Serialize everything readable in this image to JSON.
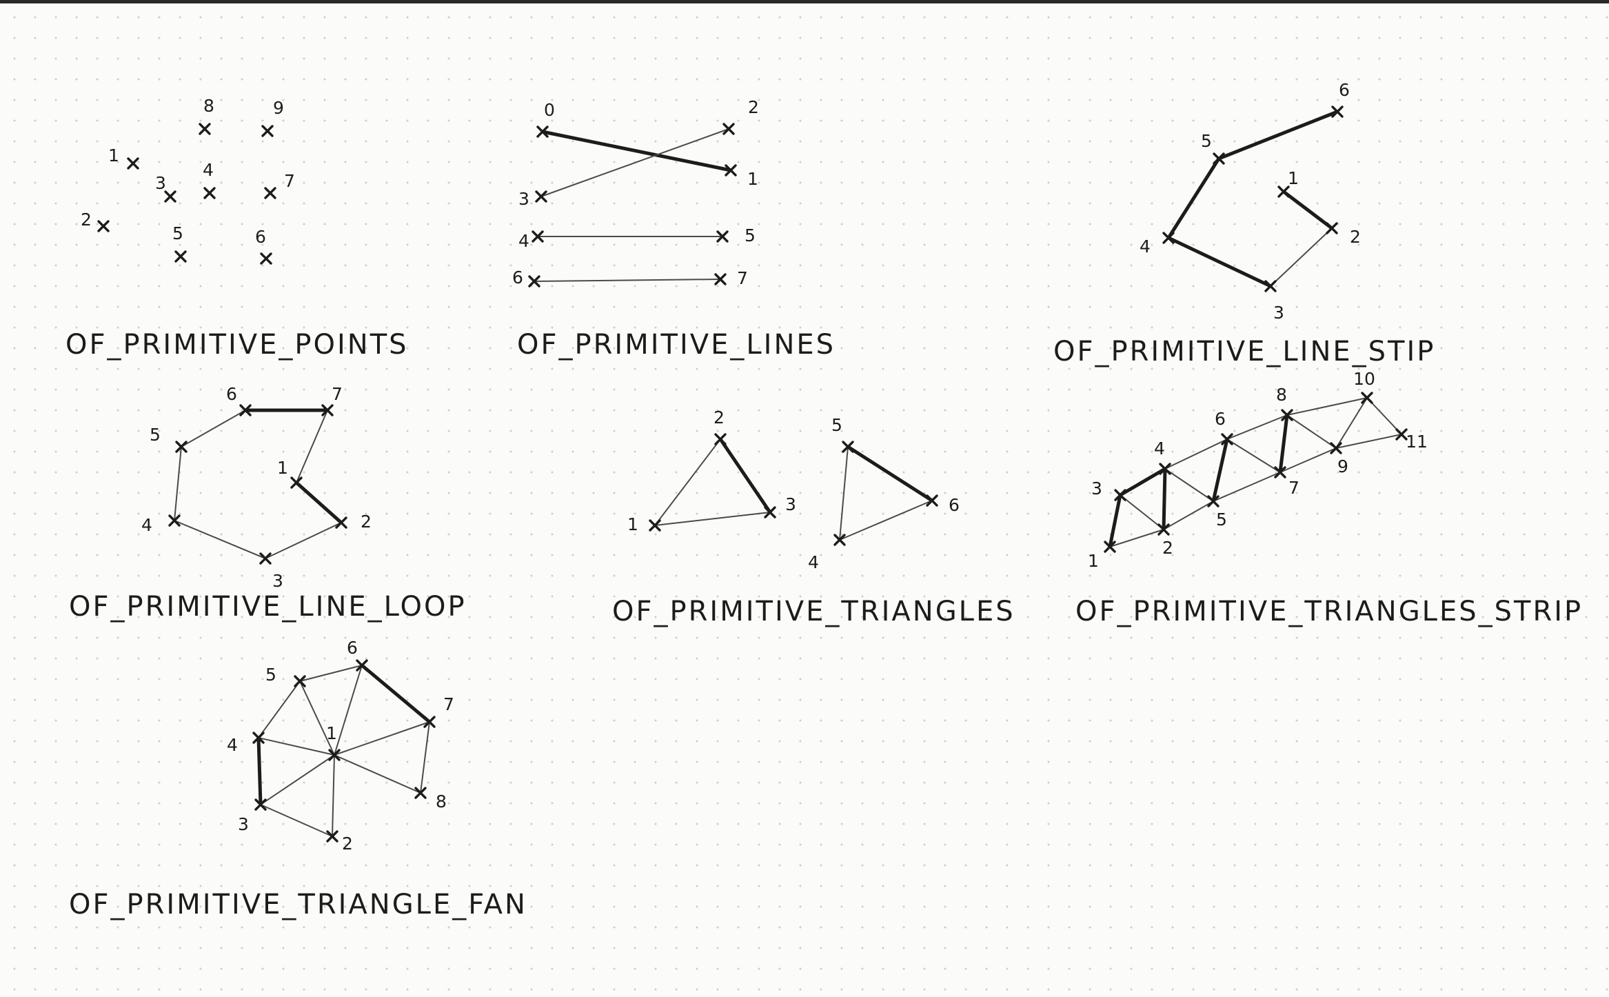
{
  "diagrams": [
    {
      "id": "points",
      "caption": "OF_PRIMITIVE_POINTS",
      "vertices": [
        {
          "label": "1"
        },
        {
          "label": "2"
        },
        {
          "label": "3"
        },
        {
          "label": "4"
        },
        {
          "label": "5"
        },
        {
          "label": "6"
        },
        {
          "label": "7"
        },
        {
          "label": "8"
        },
        {
          "label": "9"
        }
      ],
      "edges": []
    },
    {
      "id": "lines",
      "caption": "OF_PRIMITIVE_LINES",
      "vertices": [
        {
          "label": "0"
        },
        {
          "label": "1"
        },
        {
          "label": "2"
        },
        {
          "label": "3"
        },
        {
          "label": "4"
        },
        {
          "label": "5"
        },
        {
          "label": "6"
        },
        {
          "label": "7"
        }
      ],
      "edges": [
        {
          "from": "0",
          "to": "1",
          "style": "bold"
        },
        {
          "from": "2",
          "to": "3",
          "style": "thin"
        },
        {
          "from": "4",
          "to": "5",
          "style": "thin"
        },
        {
          "from": "6",
          "to": "7",
          "style": "thin"
        }
      ]
    },
    {
      "id": "line_strip",
      "caption": "OF_PRIMITIVE_LINE_STIP",
      "vertices": [
        {
          "label": "1"
        },
        {
          "label": "2"
        },
        {
          "label": "3"
        },
        {
          "label": "4"
        },
        {
          "label": "5"
        },
        {
          "label": "6"
        }
      ],
      "edges": [
        {
          "from": "1",
          "to": "2",
          "style": "bold"
        },
        {
          "from": "2",
          "to": "3",
          "style": "thin"
        },
        {
          "from": "3",
          "to": "4",
          "style": "bold"
        },
        {
          "from": "4",
          "to": "5",
          "style": "bold"
        },
        {
          "from": "5",
          "to": "6",
          "style": "bold"
        }
      ]
    },
    {
      "id": "line_loop",
      "caption": "OF_PRIMITIVE_LINE_LOOP",
      "vertices": [
        {
          "label": "1"
        },
        {
          "label": "2"
        },
        {
          "label": "3"
        },
        {
          "label": "4"
        },
        {
          "label": "5"
        },
        {
          "label": "6"
        },
        {
          "label": "7"
        }
      ],
      "edges": [
        {
          "from": "1",
          "to": "2",
          "style": "bold"
        },
        {
          "from": "2",
          "to": "3",
          "style": "thin"
        },
        {
          "from": "3",
          "to": "4",
          "style": "thin"
        },
        {
          "from": "4",
          "to": "5",
          "style": "thin"
        },
        {
          "from": "5",
          "to": "6",
          "style": "thin"
        },
        {
          "from": "6",
          "to": "7",
          "style": "bold"
        },
        {
          "from": "7",
          "to": "1",
          "style": "thin"
        }
      ]
    },
    {
      "id": "triangles",
      "caption": "OF_PRIMITIVE_TRIANGLES",
      "vertices": [
        {
          "label": "1"
        },
        {
          "label": "2"
        },
        {
          "label": "3"
        },
        {
          "label": "4"
        },
        {
          "label": "5"
        },
        {
          "label": "6"
        }
      ],
      "edges": [
        {
          "from": "1",
          "to": "2",
          "style": "thin"
        },
        {
          "from": "2",
          "to": "3",
          "style": "bold"
        },
        {
          "from": "3",
          "to": "1",
          "style": "thin"
        },
        {
          "from": "4",
          "to": "5",
          "style": "thin"
        },
        {
          "from": "5",
          "to": "6",
          "style": "bold"
        },
        {
          "from": "6",
          "to": "4",
          "style": "thin"
        }
      ]
    },
    {
      "id": "triangle_strip",
      "caption": "OF_PRIMITIVE_TRIANGLES_STRIP",
      "vertices": [
        {
          "label": "1"
        },
        {
          "label": "2"
        },
        {
          "label": "3"
        },
        {
          "label": "4"
        },
        {
          "label": "5"
        },
        {
          "label": "6"
        },
        {
          "label": "7"
        },
        {
          "label": "8"
        },
        {
          "label": "9"
        },
        {
          "label": "10"
        },
        {
          "label": "11"
        }
      ],
      "edges": [
        {
          "from": "1",
          "to": "3",
          "style": "bold"
        },
        {
          "from": "1",
          "to": "2",
          "style": "thin"
        },
        {
          "from": "3",
          "to": "2",
          "style": "thin"
        },
        {
          "from": "3",
          "to": "4",
          "style": "bold"
        },
        {
          "from": "2",
          "to": "4",
          "style": "bold"
        },
        {
          "from": "2",
          "to": "5",
          "style": "thin"
        },
        {
          "from": "4",
          "to": "5",
          "style": "thin"
        },
        {
          "from": "4",
          "to": "6",
          "style": "thin"
        },
        {
          "from": "5",
          "to": "6",
          "style": "bold"
        },
        {
          "from": "5",
          "to": "7",
          "style": "thin"
        },
        {
          "from": "6",
          "to": "7",
          "style": "thin"
        },
        {
          "from": "6",
          "to": "8",
          "style": "thin"
        },
        {
          "from": "7",
          "to": "8",
          "style": "bold"
        },
        {
          "from": "7",
          "to": "9",
          "style": "thin"
        },
        {
          "from": "8",
          "to": "9",
          "style": "thin"
        },
        {
          "from": "8",
          "to": "10",
          "style": "thin"
        },
        {
          "from": "9",
          "to": "10",
          "style": "thin"
        },
        {
          "from": "9",
          "to": "11",
          "style": "thin"
        },
        {
          "from": "10",
          "to": "11",
          "style": "thin"
        }
      ]
    },
    {
      "id": "triangle_fan",
      "caption": "OF_PRIMITIVE_TRIANGLE_FAN",
      "vertices": [
        {
          "label": "1"
        },
        {
          "label": "2"
        },
        {
          "label": "3"
        },
        {
          "label": "4"
        },
        {
          "label": "5"
        },
        {
          "label": "6"
        },
        {
          "label": "7"
        },
        {
          "label": "8"
        }
      ],
      "edges": [
        {
          "from": "1",
          "to": "2",
          "style": "thin"
        },
        {
          "from": "1",
          "to": "3",
          "style": "thin"
        },
        {
          "from": "1",
          "to": "4",
          "style": "thin"
        },
        {
          "from": "1",
          "to": "5",
          "style": "thin"
        },
        {
          "from": "1",
          "to": "6",
          "style": "thin"
        },
        {
          "from": "1",
          "to": "7",
          "style": "thin"
        },
        {
          "from": "1",
          "to": "8",
          "style": "thin"
        },
        {
          "from": "2",
          "to": "3",
          "style": "thin"
        },
        {
          "from": "3",
          "to": "4",
          "style": "bold"
        },
        {
          "from": "4",
          "to": "5",
          "style": "thin"
        },
        {
          "from": "5",
          "to": "6",
          "style": "thin"
        },
        {
          "from": "6",
          "to": "7",
          "style": "bold"
        },
        {
          "from": "7",
          "to": "8",
          "style": "thin"
        }
      ]
    }
  ]
}
